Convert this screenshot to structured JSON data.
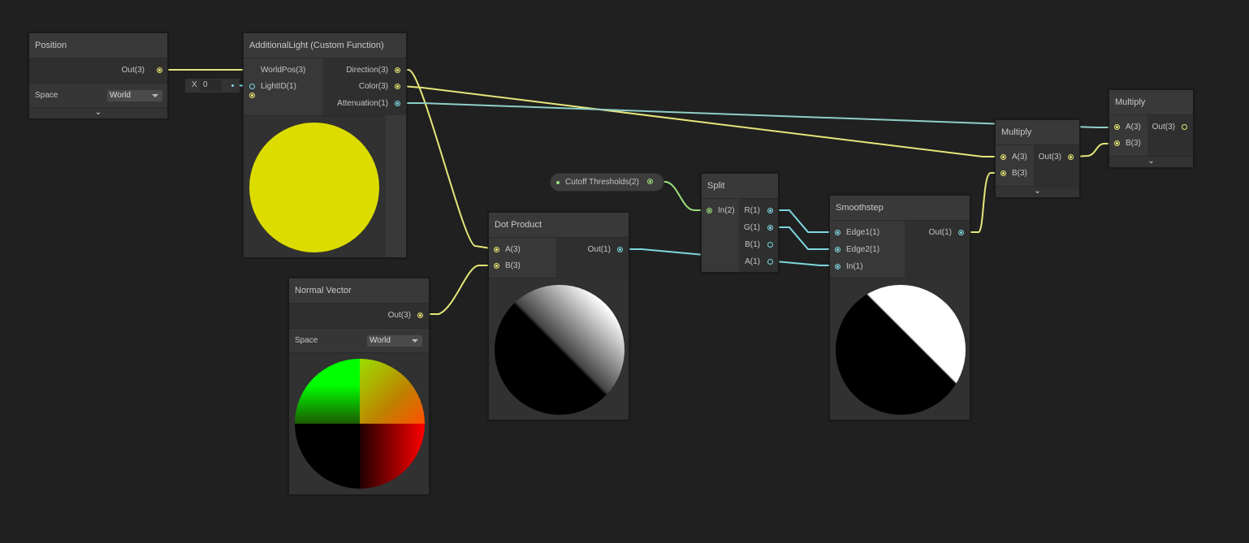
{
  "nodes": {
    "position": {
      "title": "Position",
      "out": "Out(3)",
      "space_label": "Space",
      "space_value": "World"
    },
    "additional_light": {
      "title": "AdditionalLight (Custom Function)",
      "inputs": [
        "WorldPos(3)",
        "LightID(1)"
      ],
      "outputs": [
        "Direction(3)",
        "Color(3)",
        "Attenuation(1)"
      ],
      "lightid_field_label": "X",
      "lightid_field_value": "0"
    },
    "normal_vector": {
      "title": "Normal Vector",
      "out": "Out(3)",
      "space_label": "Space",
      "space_value": "World"
    },
    "dot_product": {
      "title": "Dot Product",
      "inputs": [
        "A(3)",
        "B(3)"
      ],
      "out": "Out(1)"
    },
    "cutoff": {
      "label": "Cutoff Thresholds(2)"
    },
    "split": {
      "title": "Split",
      "input": "In(2)",
      "outputs": [
        "R(1)",
        "G(1)",
        "B(1)",
        "A(1)"
      ]
    },
    "smoothstep": {
      "title": "Smoothstep",
      "inputs": [
        "Edge1(1)",
        "Edge2(1)",
        "In(1)"
      ],
      "out": "Out(1)"
    },
    "multiply1": {
      "title": "Multiply",
      "inputs": [
        "A(3)",
        "B(3)"
      ],
      "out": "Out(3)"
    },
    "multiply2": {
      "title": "Multiply",
      "inputs": [
        "A(3)",
        "B(3)"
      ],
      "out": "Out(3)"
    }
  },
  "colors": {
    "vector3": "#e8e870",
    "float": "#7ed8e0",
    "vector2": "#9be07b",
    "background": "#202020"
  }
}
